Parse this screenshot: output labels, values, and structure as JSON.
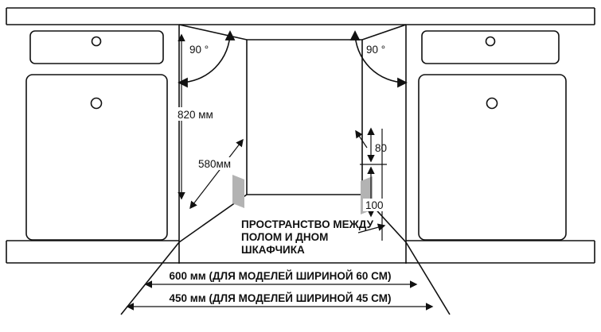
{
  "diagram": {
    "title": "dishwasher-installation-niche-diagram",
    "labels": {
      "angle_left": "90 °",
      "angle_right": "90 °",
      "height": "820 мм",
      "depth": "580мм",
      "gap_top": "80",
      "gap_bottom": "100",
      "note_line1": "ПРОСТРАНСТВО МЕЖДУ",
      "note_line2": "ПОЛОМ И ДНОМ",
      "note_line3": "ШКАФЧИКА",
      "width_600": "600 мм (ДЛЯ МОДЕЛЕЙ ШИРИНОЙ 60 СМ)",
      "width_450": "450 мм (ДЛЯ МОДЕЛЕЙ ШИРИНОЙ 45 СМ)"
    },
    "colors": {
      "line": "#111111",
      "hinge": "#b3b3b3",
      "background": "#ffffff"
    }
  }
}
